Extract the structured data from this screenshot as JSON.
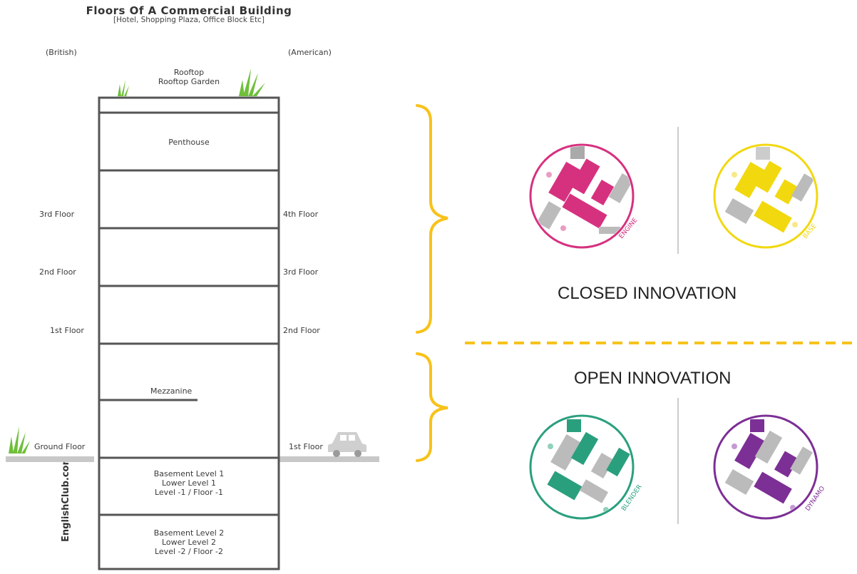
{
  "building": {
    "title": "Floors Of A Commercial Building",
    "subtitle": "[Hotel, Shopping Plaza, Office Block Etc]",
    "british_header": "(British)",
    "american_header": "(American)",
    "rooftop": "Rooftop",
    "rooftop_garden": "Rooftop Garden",
    "penthouse": "Penthouse",
    "mezzanine": "Mezzanine",
    "british": [
      "3rd Floor",
      "2nd Floor",
      "1st Floor",
      "Ground Floor"
    ],
    "american": [
      "4th Floor",
      "3rd Floor",
      "2nd Floor",
      "1st Floor"
    ],
    "basement1": [
      "Basement Level 1",
      "Lower Level 1",
      "Level -1 / Floor -1"
    ],
    "basement2": [
      "Basement Level 2",
      "Lower Level 2",
      "Level -2 / Floor -2"
    ],
    "watermark": "EnglishClub.com"
  },
  "innovation": {
    "closed_label": "CLOSED INNOVATION",
    "open_label": "OPEN INNOVATION",
    "circles": [
      {
        "label": "ENGINE",
        "color": "#d6317f"
      },
      {
        "label": "BASE",
        "color": "#f2d80f"
      },
      {
        "label": "BLENDER",
        "color": "#2a9f7e"
      },
      {
        "label": "DYNAMO",
        "color": "#7c2f95"
      }
    ],
    "accent_color": "#f7c21a"
  }
}
